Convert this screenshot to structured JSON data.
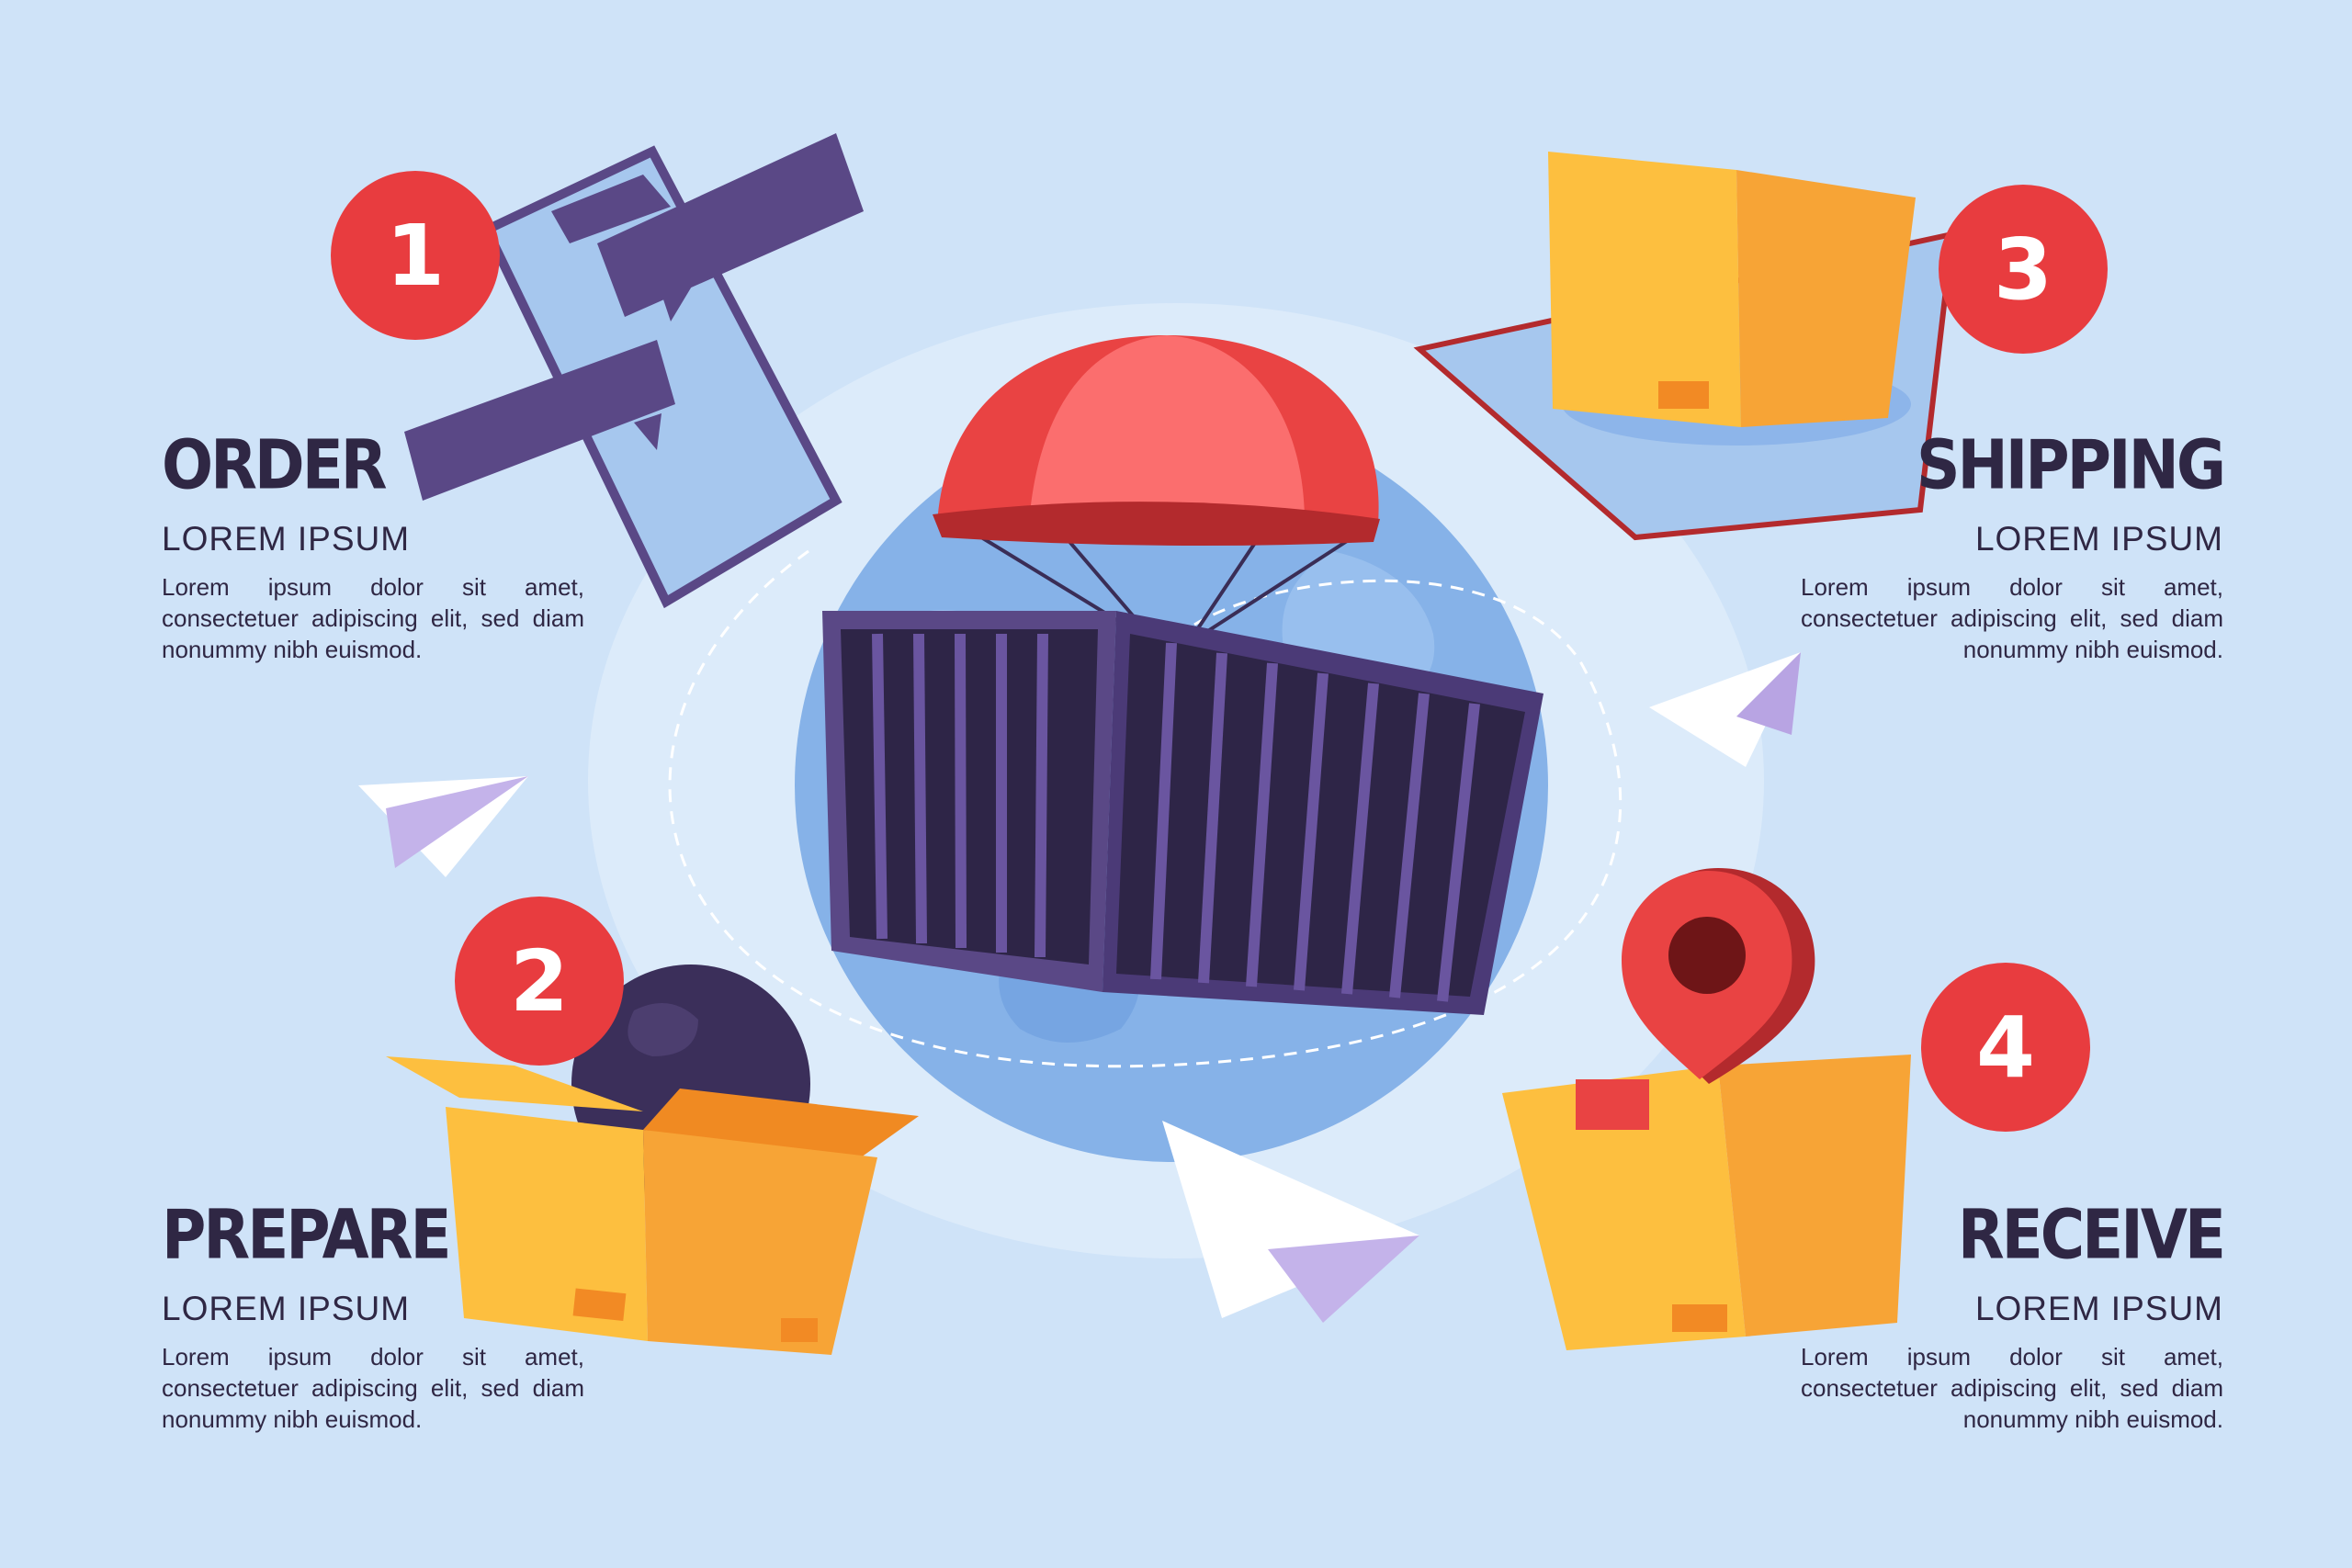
{
  "steps": [
    {
      "number": "1",
      "title": "ORDER",
      "subtitle": "LOREM IPSUM",
      "body": "Lorem ipsum dolor sit amet, consectetuer adipiscing elit, sed diam nonummy nibh euismod."
    },
    {
      "number": "2",
      "title": "PREPARE",
      "subtitle": "LOREM IPSUM",
      "body": "Lorem ipsum dolor sit amet, consectetuer adipiscing elit, sed diam nonummy nibh euismod."
    },
    {
      "number": "3",
      "title": "SHIPPING",
      "subtitle": "LOREM IPSUM",
      "body": "Lorem ipsum dolor sit amet, consectetuer adipiscing elit, sed diam nonummy nibh euismod."
    },
    {
      "number": "4",
      "title": "RECEIVE",
      "subtitle": "LOREM IPSUM",
      "body": "Lorem ipsum dolor sit amet, consectetuer adipiscing elit, sed diam nonummy nibh euismod."
    }
  ],
  "colors": {
    "background": "#cfe3f8",
    "badge": "#e83c3f",
    "title_text": "#2f2744",
    "box_light": "#fdbf3f",
    "box_dark": "#f7a436",
    "container": "#3a2d56",
    "parachute": "#e94343",
    "globe": "#86b2e8"
  },
  "icons": [
    "smartphone-icon",
    "chat-bubble-icon",
    "parachute-icon",
    "cargo-container-icon",
    "globe-icon",
    "cardboard-box-icon",
    "map-icon",
    "location-pin-icon",
    "paper-plane-icon"
  ]
}
